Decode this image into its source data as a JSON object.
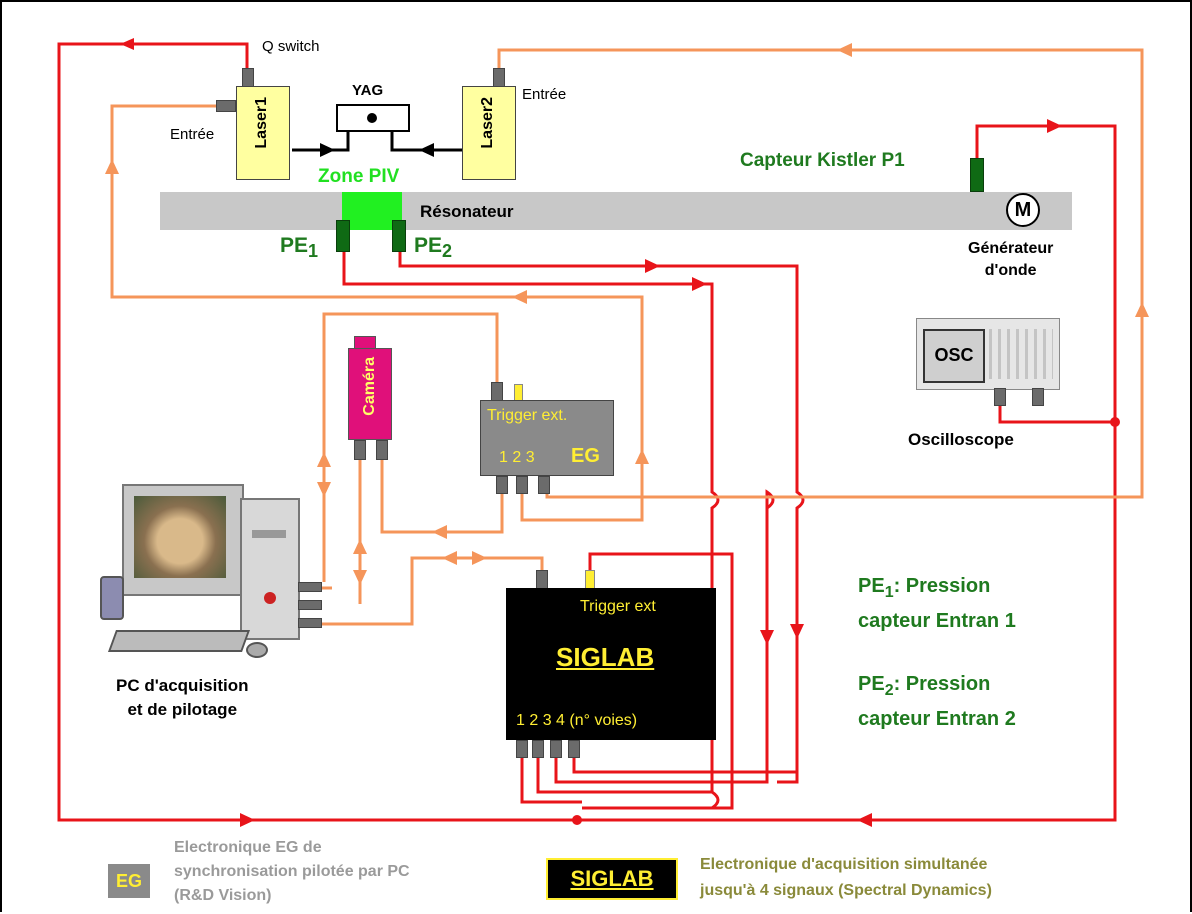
{
  "labels": {
    "q_switch": "Q switch",
    "entree_left": "Entrée",
    "entree_right": "Entrée",
    "laser1": "Laser1",
    "laser2": "Laser2",
    "yag": "YAG",
    "zone_piv": "Zone PIV",
    "resonateur": "Résonateur",
    "capteur_kistler": "Capteur Kistler P1",
    "motor_symbol": "M",
    "generateur_line1": "Générateur",
    "generateur_line2": "d'onde",
    "pe1_main": "PE",
    "pe1_sub": "1",
    "pe2_main": "PE",
    "pe2_sub": "2",
    "camera": "Caméra",
    "trigger_ext_eg": "Trigger ext.",
    "eg_channels": "1 2 3",
    "eg_label": "EG",
    "osc_screen": "OSC",
    "oscilloscope": "Oscilloscope",
    "pc_line1": "PC d'acquisition",
    "pc_line2": "et de pilotage",
    "siglab_trigger": "Trigger ext",
    "siglab_title": "SIGLAB",
    "siglab_channels": "1 2 3 4 (n° voies)"
  },
  "legend_right": {
    "pe1_main": "PE",
    "pe1_sub": "1",
    "pe1_desc_line1": ": Pression",
    "pe1_desc_line2": "capteur Entran 1",
    "pe2_main": "PE",
    "pe2_sub": "2",
    "pe2_desc_line1": ": Pression",
    "pe2_desc_line2": "capteur Entran 2"
  },
  "legend_bottom": {
    "eg_badge": "EG",
    "eg_line1": "Electronique EG de",
    "eg_line2": "synchronisation pilotée par PC",
    "eg_line3": "(R&D Vision)",
    "siglab_badge": "SIGLAB",
    "siglab_line1": "Electronique d'acquisition simultanée",
    "siglab_line2": "jusqu'à 4 signaux  (Spectral Dynamics)"
  },
  "colors": {
    "red_wire": "#e8141a",
    "orange_wire": "#f5955a",
    "green_text": "#1f7a1f",
    "laser_yellow": "#ffffa0",
    "zone_green": "#21f021",
    "camera_magenta": "#e0107a",
    "eg_box_gray": "#8a8a8a",
    "siglab_black": "#000000",
    "siglab_yellow": "#ffee33",
    "resonator_gray": "#c8c8c8",
    "legend_gray_text": "#9a9a9a",
    "legend_olive_text": "#8a8a3a"
  },
  "icons": {
    "pc": "desktop-computer-with-dog-image-icon",
    "oscilloscope": "oscilloscope-device-icon",
    "motor": "motor-circle-icon"
  }
}
